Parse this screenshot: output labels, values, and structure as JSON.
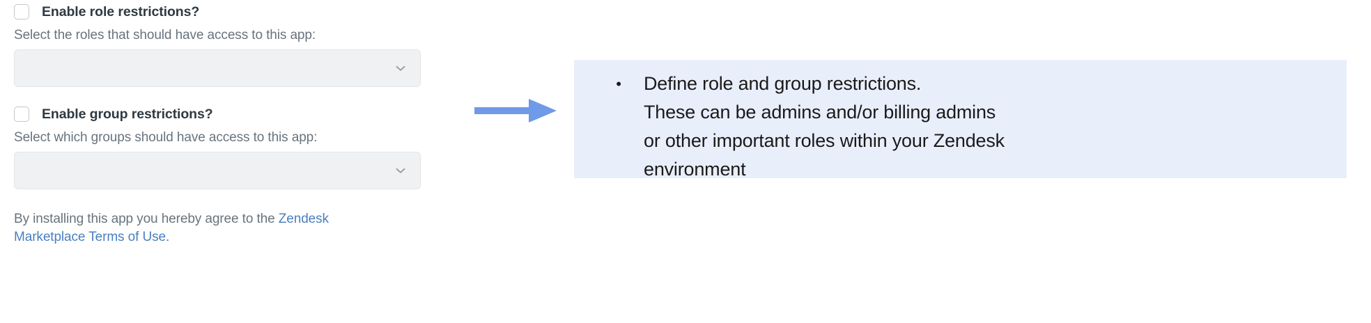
{
  "form": {
    "role_restrictions": {
      "checkbox_label": "Enable role restrictions?",
      "checkbox_checked": false,
      "helper_text": "Select the roles that should have access to this app:",
      "select_value": "",
      "select_icon": "chevron-down-icon"
    },
    "group_restrictions": {
      "checkbox_label": "Enable group restrictions?",
      "checkbox_checked": false,
      "helper_text": "Select which groups should have access to this app:",
      "select_value": "",
      "select_icon": "chevron-down-icon"
    },
    "terms": {
      "prefix": "By installing this app you hereby agree to the ",
      "link_text": "Zendesk Marketplace Terms of Use",
      "suffix": "."
    }
  },
  "annotation": {
    "arrow_icon": "arrow-right-icon",
    "arrow_color": "#6e9ae8"
  },
  "callout": {
    "bullet": "•",
    "background_color": "#e9eefb",
    "text_color": "#1a1a1a",
    "lines": [
      "Define role and group restrictions.",
      "These can be admins and/or billing admins",
      "or other important roles within your Zendesk",
      "environment"
    ]
  }
}
